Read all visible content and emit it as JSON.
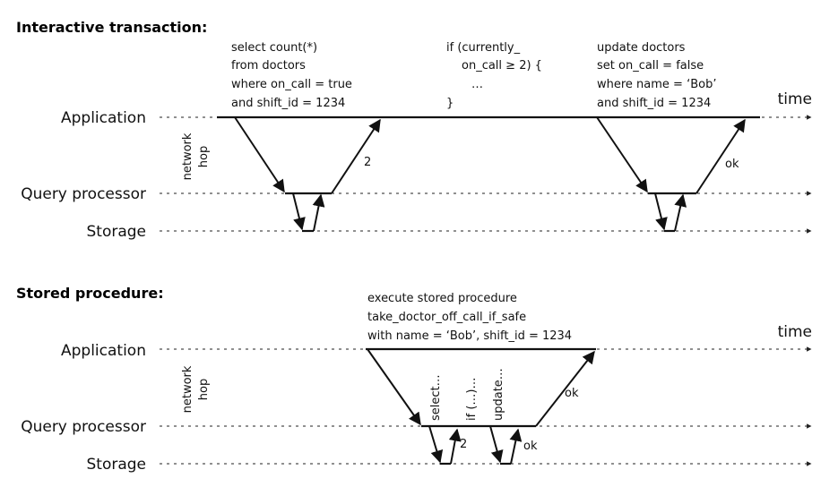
{
  "sections": {
    "interactive": {
      "title": "Interactive transaction:",
      "lanes": {
        "application": "Application",
        "query": "Query processor",
        "storage": "Storage"
      },
      "time_label": "time",
      "network_hop": [
        "network",
        "hop"
      ],
      "code_select": [
        "select count(*)",
        "from doctors",
        "where on_call = true",
        "and shift_id = 1234"
      ],
      "code_if": [
        "if (currently_",
        "on_call ≥ 2) {",
        "…",
        "}"
      ],
      "code_update": [
        "update doctors",
        "set on_call = false",
        "where name = ‘Bob’",
        "and shift_id = 1234"
      ],
      "result_1": "2",
      "result_2": "ok"
    },
    "stored": {
      "title": "Stored procedure:",
      "lanes": {
        "application": "Application",
        "query": "Query processor",
        "storage": "Storage"
      },
      "time_label": "time",
      "network_hop": [
        "network",
        "hop"
      ],
      "code_execute": [
        "execute stored procedure",
        "take_doctor_off_call_if_safe",
        "with name = ‘Bob’, shift_id = 1234"
      ],
      "step_select": "select…",
      "step_if": "if (…)…",
      "step_update": "update…",
      "result_count": "2",
      "result_ok_inner": "ok",
      "result_ok_outer": "ok"
    }
  }
}
